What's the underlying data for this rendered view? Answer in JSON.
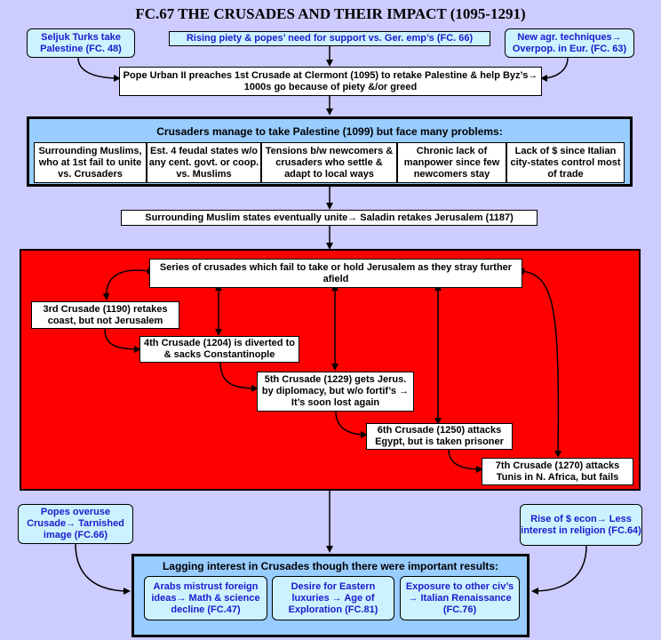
{
  "title": "FC.67 THE CRUSADES AND THEIR IMPACT (1095-1291)",
  "causes": {
    "seljuk": "Seljuk Turks take Palestine (FC. 48)",
    "piety": "Rising piety & popes’ need for support vs. Ger. emp’s (FC. 66)",
    "agr": "New agr. techniques→ Overpop. in Eur. (FC. 63)"
  },
  "urban": "Pope Urban II preaches 1st Crusade at Clermont (1095)  to retake Palestine & help Byz’s→ 1000s go because of piety &/or greed",
  "problems": {
    "header": "Crusaders manage to take Palestine (1099) but face many problems:",
    "items": [
      "Surrounding Muslims, who at 1st fail to unite vs. Crusaders",
      "Est. 4 feudal states w/o any cent. govt. or coop. vs. Muslims",
      "Tensions b/w newcomers & crusaders who settle & adapt to local ways",
      "Chronic lack of manpower since few newcomers stay",
      "Lack of $ since Italian city-states control most of trade"
    ]
  },
  "saladin": "Surrounding Muslim states eventually unite→ Saladin retakes Jerusalem (1187)",
  "crusades": {
    "series": "Series of crusades which fail to take or hold Jerusalem as they stray further afield",
    "c3": "3rd Crusade (1190) retakes coast, but not Jerusalem",
    "c4": "4th Crusade (1204) is diverted to & sacks Constantinople",
    "c5": "5th Crusade (1229) gets Jerus. by diplomacy, but w/o fortif’s → It’s soon lost again",
    "c6": "6th Crusade (1250) attacks Egypt, but is taken prisoner",
    "c7": "7th Crusade (1270) attacks Tunis in N. Africa, but fails"
  },
  "side": {
    "popes": "Popes overuse Crusade→ Tarnished image (FC.66)",
    "econ": "Rise of $ econ→ Less interest in religion (FC.64)"
  },
  "results": {
    "header": "Lagging interest in Crusades though there were important results:",
    "items": [
      "Arabs mistrust foreign ideas→ Math & science decline (FC.47)",
      "Desire for Eastern luxuries → Age of Exploration (FC.81)",
      "Exposure to other civ’s → Italian Renaissance (FC.76)"
    ]
  },
  "colors": {
    "background": "#ccccff",
    "red_panel": "#ff0000",
    "blue_panel": "#99ccff",
    "text_blue": "#1a1acc"
  }
}
